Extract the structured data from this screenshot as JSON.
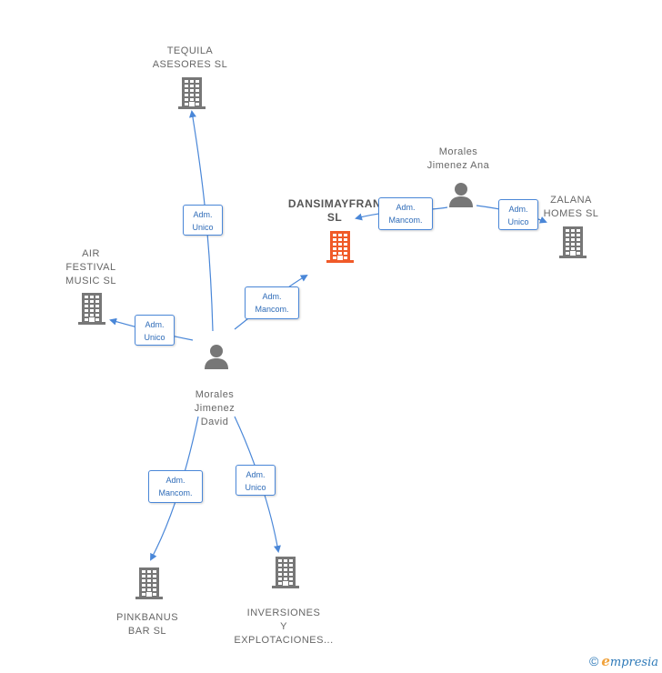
{
  "colors": {
    "edge": "#4a87d8",
    "company_icon": "#777777",
    "main_company_icon": "#f05a28",
    "person_icon": "#777777"
  },
  "nodes": {
    "tequila": {
      "type": "company",
      "label_lines": [
        "TEQUILA",
        "ASESORES  SL"
      ],
      "icon": "building-icon"
    },
    "dansimay": {
      "type": "company",
      "main": true,
      "label_lines": [
        "DANSIMAYFRAN",
        "SL"
      ],
      "icon": "building-icon"
    },
    "morales_ana": {
      "type": "person",
      "label_lines": [
        "Morales",
        "Jimenez Ana"
      ],
      "icon": "person-icon"
    },
    "zalana": {
      "type": "company",
      "label_lines": [
        "ZALANA",
        "HOMES  SL"
      ],
      "icon": "building-icon"
    },
    "air": {
      "type": "company",
      "label_lines": [
        "AIR",
        "FESTIVAL",
        "MUSIC  SL"
      ],
      "icon": "building-icon"
    },
    "morales_david": {
      "type": "person",
      "label_lines": [
        "Morales",
        "Jimenez",
        "David"
      ],
      "icon": "person-icon"
    },
    "pinkbanus": {
      "type": "company",
      "label_lines": [
        "PINKBANUS",
        "BAR  SL"
      ],
      "icon": "building-icon"
    },
    "inversiones": {
      "type": "company",
      "label_lines": [
        "INVERSIONES",
        "Y",
        "EXPLOTACIONES..."
      ],
      "icon": "building-icon"
    }
  },
  "edges": [
    {
      "from": "morales_david",
      "to": "tequila",
      "label_lines": [
        "Adm.",
        "Unico"
      ]
    },
    {
      "from": "morales_david",
      "to": "air",
      "label_lines": [
        "Adm.",
        "Unico"
      ]
    },
    {
      "from": "morales_david",
      "to": "dansimay",
      "label_lines": [
        "Adm.",
        "Mancom."
      ]
    },
    {
      "from": "morales_ana",
      "to": "dansimay",
      "label_lines": [
        "Adm.",
        "Mancom."
      ]
    },
    {
      "from": "morales_ana",
      "to": "zalana",
      "label_lines": [
        "Adm.",
        "Unico"
      ]
    },
    {
      "from": "morales_david",
      "to": "pinkbanus",
      "label_lines": [
        "Adm.",
        "Mancom."
      ]
    },
    {
      "from": "morales_david",
      "to": "inversiones",
      "label_lines": [
        "Adm.",
        "Unico"
      ]
    }
  ],
  "footer": {
    "copyright": "©",
    "brand_initial": "e",
    "brand_rest": "mpresia"
  }
}
